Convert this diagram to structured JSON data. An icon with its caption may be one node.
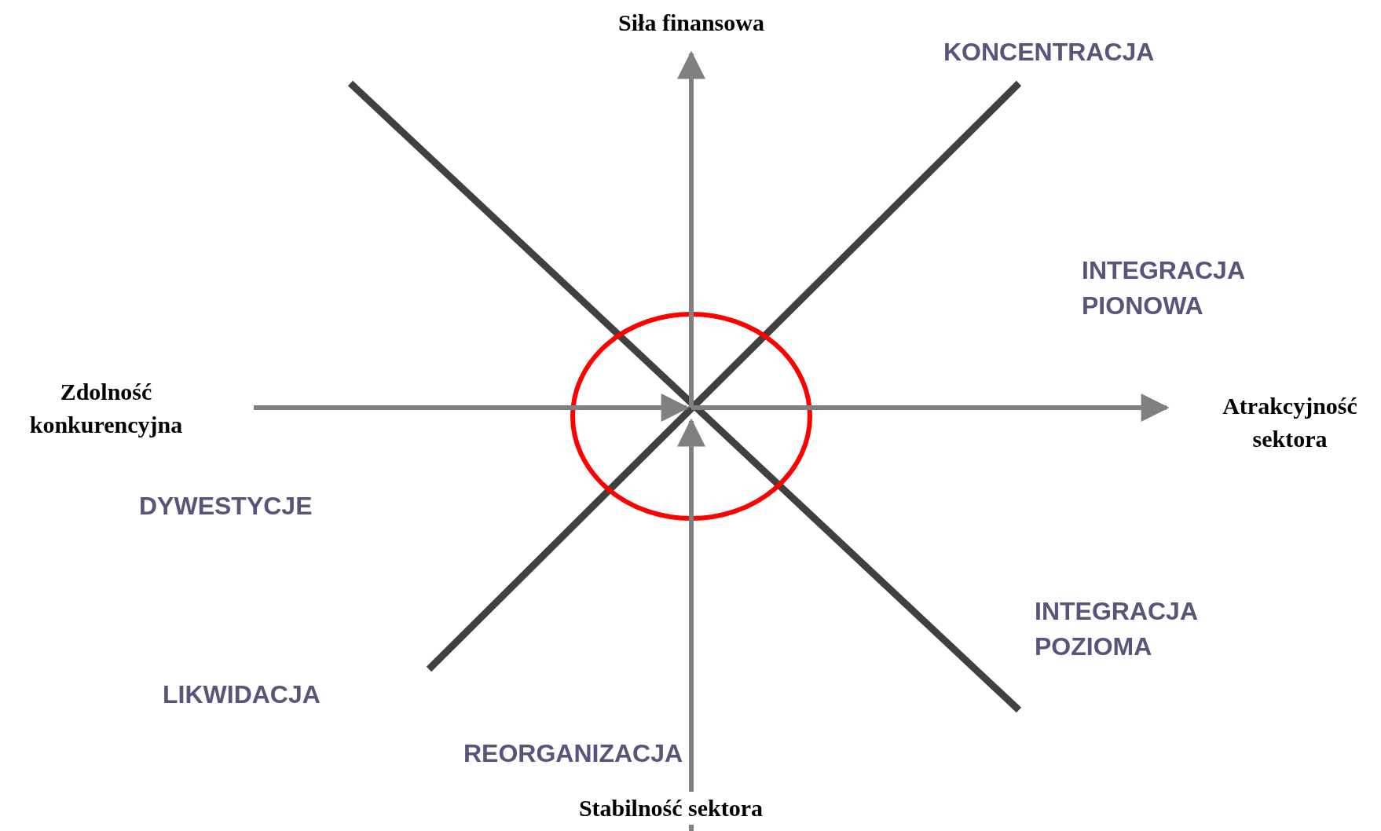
{
  "diagram": {
    "nodes": [
      {
        "text": [],
        "shape": "circle"
      }
    ],
    "labels": [
      "Siła finansowa",
      "KONCENTRACJA",
      "INTEGRACJA PIONOWA",
      "Zdolność konkurencyjna",
      "Atrakcyjność sektora",
      "DYWESTYCJE",
      "INTEGRACJA POZIOMA",
      "LIKWIDACJA",
      "REORGANIZACJA",
      "Stabilność sektora"
    ]
  }
}
